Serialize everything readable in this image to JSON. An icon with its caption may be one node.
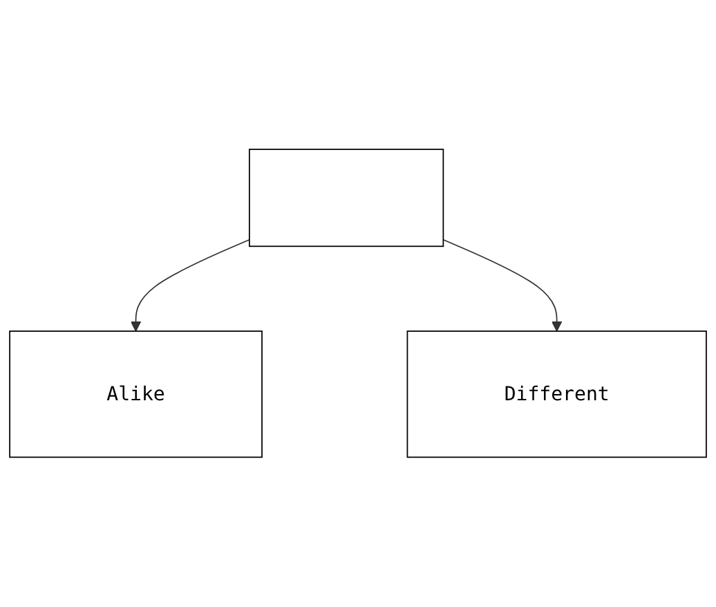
{
  "diagram": {
    "nodes": [
      {
        "text": [],
        "shape": "box"
      },
      {
        "text": [
          "Alike"
        ]
      },
      {
        "text": [
          "Different"
        ]
      }
    ],
    "edges": [
      {
        "from": 0,
        "to": 1,
        "arrow": "to"
      },
      {
        "from": 0,
        "to": 2,
        "arrow": "to"
      }
    ]
  }
}
